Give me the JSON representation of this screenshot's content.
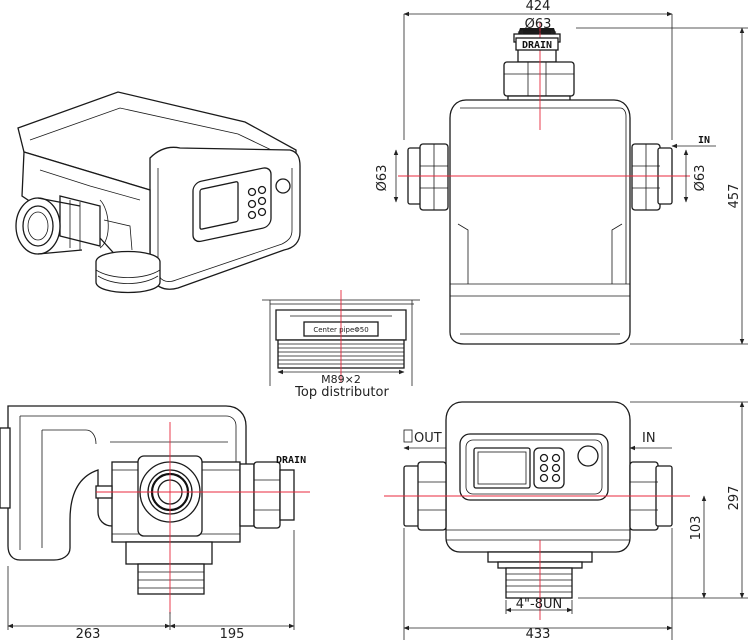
{
  "labels": {
    "top_width": "424",
    "top_drain_dia": "Ø63",
    "top_drain": "DRAIN",
    "top_in": "IN",
    "top_left_dia": "Ø63",
    "top_right_dia": "Ø63",
    "top_height": "457",
    "center_pipe": "Center pipeΦ50",
    "thread": "M89×2",
    "top_distributor": "Top distributor",
    "side_drain": "DRAIN",
    "side_w1": "263",
    "side_w2": "195",
    "front_out": "OUT",
    "front_in": "IN",
    "front_height": "297",
    "front_inlet_h": "103",
    "front_base_thread": "4\"-8UN",
    "front_width": "433"
  }
}
